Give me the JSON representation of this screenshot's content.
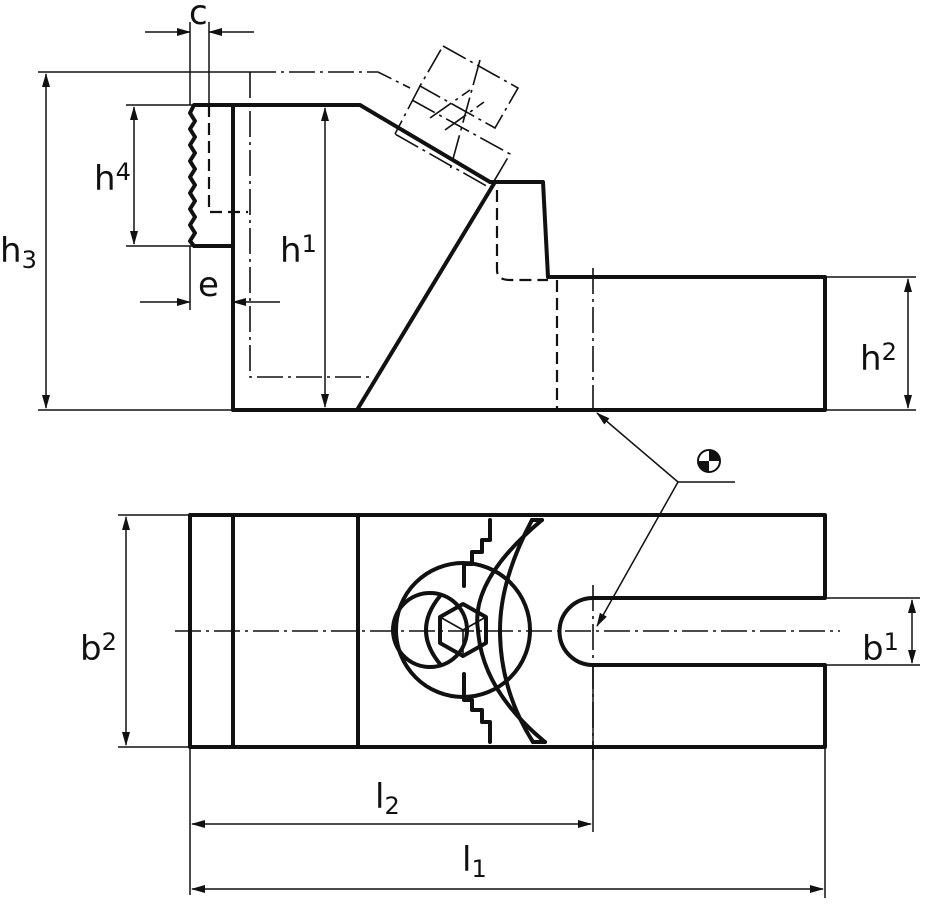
{
  "labels": {
    "c": "c",
    "e": "e",
    "h1": {
      "base": "h",
      "sub": "1"
    },
    "h2": {
      "base": "h",
      "sub": "2"
    },
    "h3": {
      "base": "h",
      "sub": "3"
    },
    "h4": {
      "base": "h",
      "sub": "4"
    },
    "b1": {
      "base": "b",
      "sub": "1"
    },
    "b2": {
      "base": "b",
      "sub": "2"
    },
    "l1": {
      "base": "l",
      "sub": "1"
    },
    "l2": {
      "base": "l",
      "sub": "2"
    }
  },
  "icons": {
    "reference_point_symbol": "center-of-gravity-icon"
  }
}
